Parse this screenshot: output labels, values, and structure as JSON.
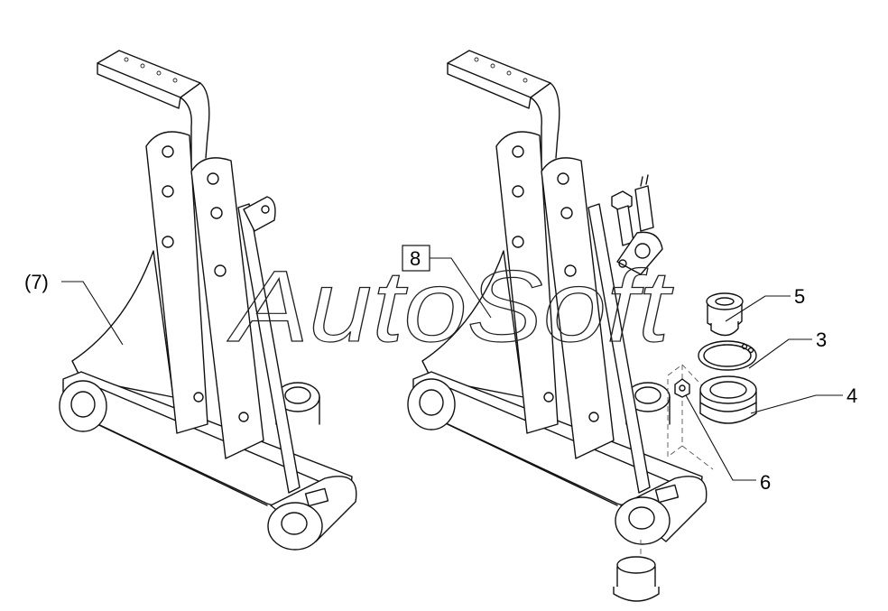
{
  "watermark": "AutoSoft",
  "callouts": {
    "c7": "(7)",
    "c8": "8",
    "c5": "5",
    "c3": "3",
    "c4": "4",
    "c6": "6"
  }
}
